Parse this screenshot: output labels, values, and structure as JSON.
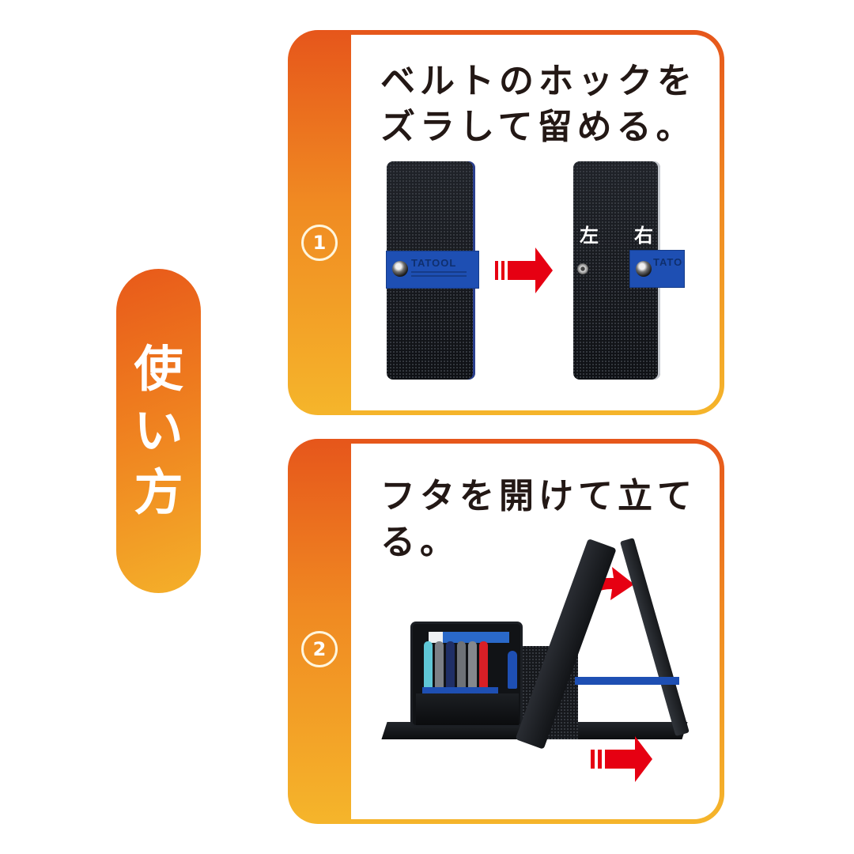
{
  "side_label": {
    "text": "使い方",
    "chars": [
      "使",
      "い",
      "方"
    ],
    "gradient": [
      "#e8591a",
      "#f4b02a"
    ]
  },
  "steps": [
    {
      "number": "1",
      "title": "ベルトのホックを\nズラして留める。",
      "image": {
        "description": "Closed black pen case with blue TATOOL belt, red arrow, then case with belt unhooked showing left and right snaps",
        "belt_logo": "TATOOL",
        "label_left": "左",
        "label_right": "右"
      }
    },
    {
      "number": "2",
      "title": "フタを開けて立てる。",
      "image": {
        "description": "Pen case opened with lid standing up like an easel, held by a blue strap; red curved arrow and red right arrow"
      }
    }
  ],
  "colors": {
    "panel_top": "#e6561b",
    "panel_mid": "#f08a22",
    "panel_bottom": "#f5b52b",
    "title_text": "#231815",
    "arrow_red": "#e60012",
    "belt_blue": "#1e4fb3",
    "case_black": "#15171b"
  },
  "icons": {
    "arrow": "right-arrow-icon",
    "curved_arrow": "curved-arrow-icon"
  }
}
